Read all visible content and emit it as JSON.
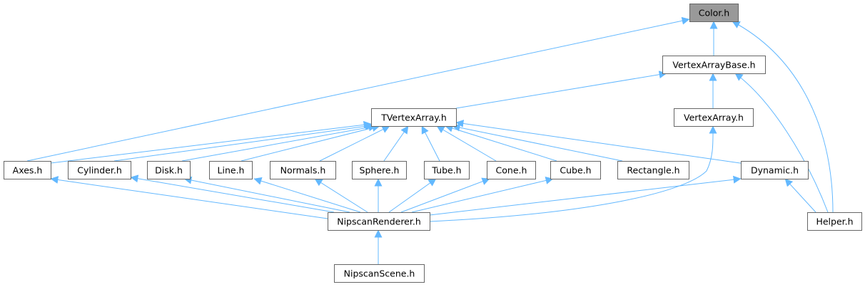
{
  "diagram": {
    "colors": {
      "edge": "#63b8ff",
      "node_border": "#666666",
      "node_fill": "#ffffff",
      "highlight_fill": "#999999"
    },
    "nodes": [
      {
        "id": "color",
        "label": "Color.h",
        "highlighted": true
      },
      {
        "id": "vertexarraybase",
        "label": "VertexArrayBase.h"
      },
      {
        "id": "tvertexarray",
        "label": "TVertexArray.h"
      },
      {
        "id": "vertexarray",
        "label": "VertexArray.h"
      },
      {
        "id": "axes",
        "label": "Axes.h"
      },
      {
        "id": "cylinder",
        "label": "Cylinder.h"
      },
      {
        "id": "disk",
        "label": "Disk.h"
      },
      {
        "id": "line",
        "label": "Line.h"
      },
      {
        "id": "normals",
        "label": "Normals.h"
      },
      {
        "id": "sphere",
        "label": "Sphere.h"
      },
      {
        "id": "tube",
        "label": "Tube.h"
      },
      {
        "id": "cone",
        "label": "Cone.h"
      },
      {
        "id": "cube",
        "label": "Cube.h"
      },
      {
        "id": "rectangle",
        "label": "Rectangle.h"
      },
      {
        "id": "dynamic",
        "label": "Dynamic.h"
      },
      {
        "id": "nipscanrenderer",
        "label": "NipscanRenderer.h"
      },
      {
        "id": "helper",
        "label": "Helper.h"
      },
      {
        "id": "nipscanscene",
        "label": "NipscanScene.h"
      }
    ],
    "edges": [
      {
        "from": "vertexarraybase",
        "to": "color"
      },
      {
        "from": "axes",
        "to": "color"
      },
      {
        "from": "helper",
        "to": "color"
      },
      {
        "from": "tvertexarray",
        "to": "vertexarraybase"
      },
      {
        "from": "vertexarray",
        "to": "vertexarraybase"
      },
      {
        "from": "helper",
        "to": "vertexarraybase"
      },
      {
        "from": "axes",
        "to": "tvertexarray"
      },
      {
        "from": "cylinder",
        "to": "tvertexarray"
      },
      {
        "from": "disk",
        "to": "tvertexarray"
      },
      {
        "from": "line",
        "to": "tvertexarray"
      },
      {
        "from": "normals",
        "to": "tvertexarray"
      },
      {
        "from": "sphere",
        "to": "tvertexarray"
      },
      {
        "from": "tube",
        "to": "tvertexarray"
      },
      {
        "from": "cone",
        "to": "tvertexarray"
      },
      {
        "from": "cube",
        "to": "tvertexarray"
      },
      {
        "from": "rectangle",
        "to": "tvertexarray"
      },
      {
        "from": "dynamic",
        "to": "tvertexarray"
      },
      {
        "from": "nipscanrenderer",
        "to": "vertexarray"
      },
      {
        "from": "nipscanrenderer",
        "to": "axes"
      },
      {
        "from": "nipscanrenderer",
        "to": "cylinder"
      },
      {
        "from": "nipscanrenderer",
        "to": "disk"
      },
      {
        "from": "nipscanrenderer",
        "to": "line"
      },
      {
        "from": "nipscanrenderer",
        "to": "normals"
      },
      {
        "from": "nipscanrenderer",
        "to": "sphere"
      },
      {
        "from": "nipscanrenderer",
        "to": "tube"
      },
      {
        "from": "nipscanrenderer",
        "to": "cone"
      },
      {
        "from": "nipscanrenderer",
        "to": "cube"
      },
      {
        "from": "nipscanrenderer",
        "to": "dynamic"
      },
      {
        "from": "helper",
        "to": "dynamic"
      },
      {
        "from": "nipscanscene",
        "to": "nipscanrenderer"
      }
    ]
  }
}
